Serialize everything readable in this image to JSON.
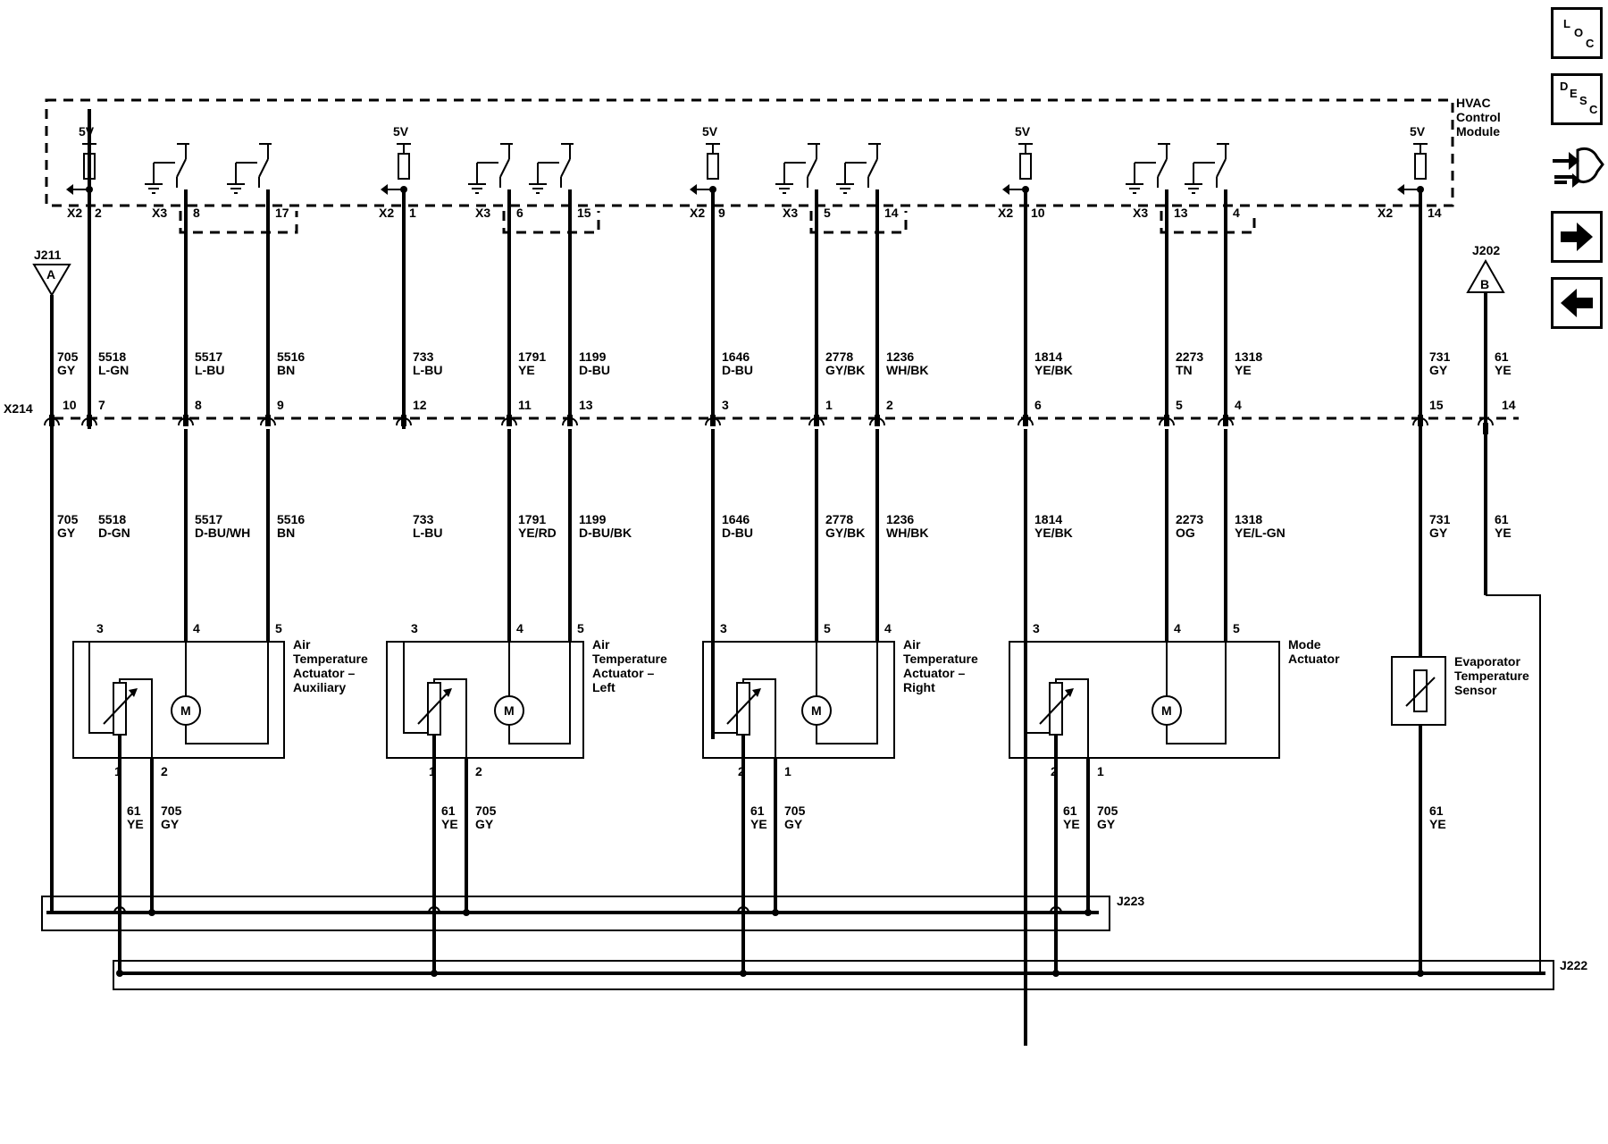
{
  "module": {
    "title": [
      "HVAC",
      "Control",
      "Module"
    ],
    "supply": "5V",
    "conn_a": "X2",
    "conn_b": "X3"
  },
  "inline_connector": "X214",
  "junctions": {
    "j211": {
      "id": "J211",
      "letter": "A"
    },
    "j202": {
      "id": "J202",
      "letter": "B"
    },
    "j223": "J223",
    "j222": "J222"
  },
  "groups": [
    {
      "name": [
        "Air",
        "Temperature",
        "Actuator –",
        "Auxiliary"
      ],
      "ref_pin": "2",
      "m_pins": [
        "8",
        "17"
      ],
      "x214": [
        "7",
        "8",
        "9"
      ],
      "up": [
        [
          "5518",
          "L-GN"
        ],
        [
          "5517",
          "L-BU"
        ],
        [
          "5516",
          "BN"
        ]
      ],
      "down": [
        [
          "5518",
          "D-GN"
        ],
        [
          "5517",
          "D-BU/WH"
        ],
        [
          "5516",
          "BN"
        ]
      ],
      "act": [
        "3",
        "4",
        "5"
      ],
      "bot": [
        "1",
        "2"
      ]
    },
    {
      "name": [
        "Air",
        "Temperature",
        "Actuator –",
        "Left"
      ],
      "ref_pin": "1",
      "m_pins": [
        "6",
        "15"
      ],
      "x214": [
        "12",
        "11",
        "13"
      ],
      "up": [
        [
          "733",
          "L-BU"
        ],
        [
          "1791",
          "YE"
        ],
        [
          "1199",
          "D-BU"
        ]
      ],
      "down": [
        [
          "733",
          "L-BU"
        ],
        [
          "1791",
          "YE/RD"
        ],
        [
          "1199",
          "D-BU/BK"
        ]
      ],
      "act": [
        "3",
        "4",
        "5"
      ],
      "bot": [
        "1",
        "2"
      ]
    },
    {
      "name": [
        "Air",
        "Temperature",
        "Actuator –",
        "Right"
      ],
      "ref_pin": "9",
      "m_pins": [
        "5",
        "14"
      ],
      "x214": [
        "3",
        "1",
        "2"
      ],
      "up": [
        [
          "1646",
          "D-BU"
        ],
        [
          "2778",
          "GY/BK"
        ],
        [
          "1236",
          "WH/BK"
        ]
      ],
      "down": [
        [
          "1646",
          "D-BU"
        ],
        [
          "2778",
          "GY/BK"
        ],
        [
          "1236",
          "WH/BK"
        ]
      ],
      "act": [
        "3",
        "5",
        "4"
      ],
      "bot": [
        "2",
        "1"
      ]
    },
    {
      "name": [
        "Mode",
        "Actuator"
      ],
      "ref_pin": "10",
      "m_pins": [
        "13",
        "4"
      ],
      "x214": [
        "6",
        "5",
        "4"
      ],
      "up": [
        [
          "1814",
          "YE/BK"
        ],
        [
          "2273",
          "TN"
        ],
        [
          "1318",
          "YE"
        ]
      ],
      "down": [
        [
          "1814",
          "YE/BK"
        ],
        [
          "2273",
          "OG"
        ],
        [
          "1318",
          "YE/L-GN"
        ]
      ],
      "act": [
        "3",
        "4",
        "5"
      ],
      "bot": [
        "2",
        "1"
      ]
    }
  ],
  "ground_circuit": {
    "up": [
      "705",
      "GY"
    ],
    "down": [
      "705",
      "GY"
    ],
    "pin": "10"
  },
  "bottom_circuits": {
    "signal": [
      "61",
      "YE"
    ],
    "ref": [
      "705",
      "GY"
    ]
  },
  "evaporator": {
    "name": [
      "Evaporator",
      "Temperature",
      "Sensor"
    ],
    "pin_x2": "14",
    "up": [
      "731",
      "GY"
    ],
    "down": [
      "731",
      "GY"
    ],
    "x214_pin": "15",
    "bottom": [
      "61",
      "YE"
    ]
  },
  "right_feed": {
    "up": [
      "61",
      "YE"
    ],
    "down": [
      "61",
      "YE"
    ],
    "x214_pin": "14"
  },
  "nav": [
    {
      "name": "loc",
      "letters": [
        "L",
        "O",
        "C"
      ]
    },
    {
      "name": "desc",
      "letters": [
        "D",
        "E",
        "S",
        "C"
      ]
    },
    {
      "name": "connector"
    },
    {
      "name": "next"
    },
    {
      "name": "previous"
    }
  ]
}
